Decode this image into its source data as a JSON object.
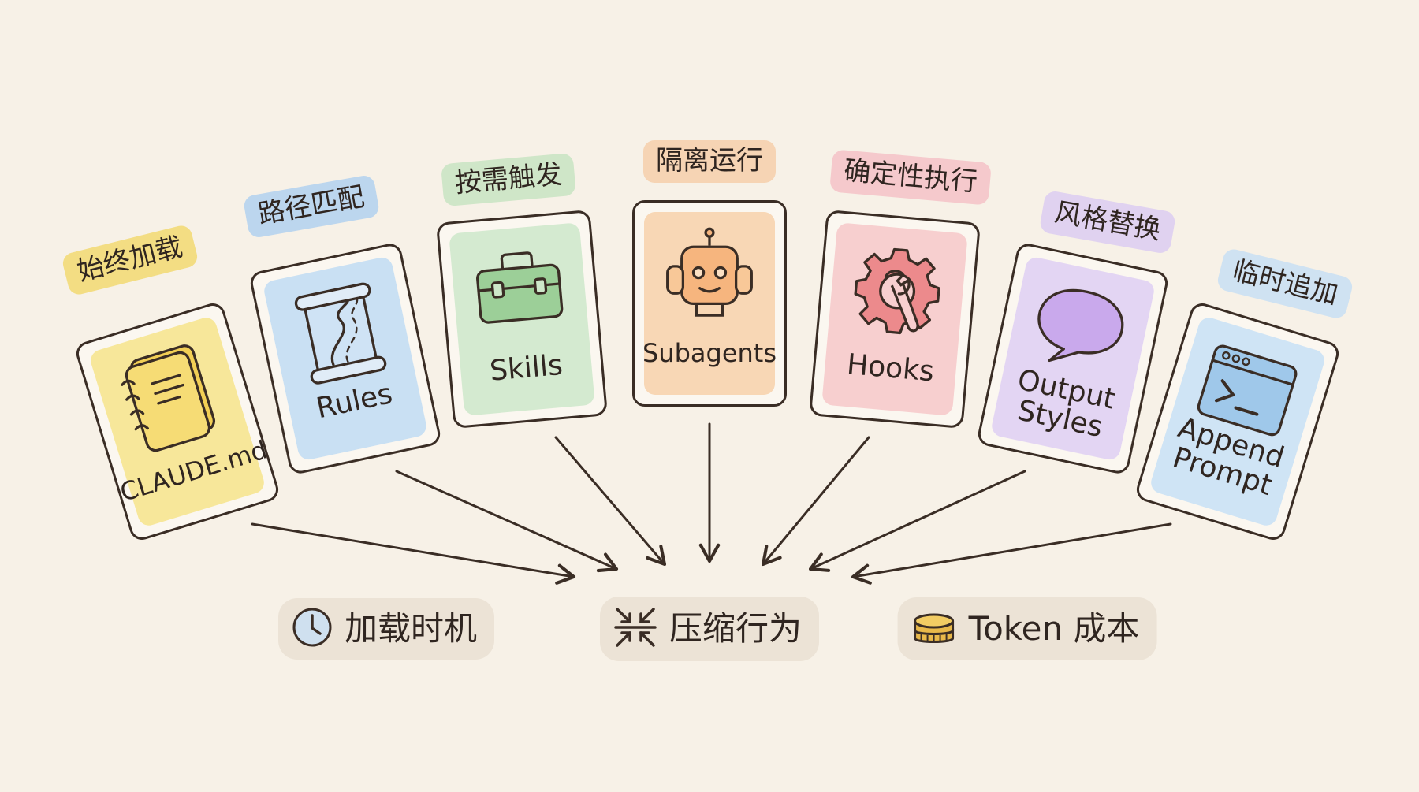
{
  "cards": [
    {
      "tag": "始终加载",
      "label": "CLAUDE.md",
      "icon": "notebook-icon",
      "tag_color": "#f3dd83",
      "wash": "#f7e79a"
    },
    {
      "tag": "路径匹配",
      "label": "Rules",
      "icon": "road-map-scroll-icon",
      "tag_color": "#bcd6ee",
      "wash": "#c9e0f3"
    },
    {
      "tag": "按需触发",
      "label": "Skills",
      "icon": "toolbox-icon",
      "tag_color": "#cfe6c8",
      "wash": "#d4ead0"
    },
    {
      "tag": "隔离运行",
      "label": "Subagents",
      "icon": "robot-headphones-icon",
      "tag_color": "#f6d4b4",
      "wash": "#f8d7b5"
    },
    {
      "tag": "确定性执行",
      "label": "Hooks",
      "icon": "gear-wrench-icon",
      "tag_color": "#f5c9cc",
      "wash": "#f7cfcf"
    },
    {
      "tag": "风格替换",
      "label": "Output Styles",
      "icon": "speech-bubble-icon",
      "tag_color": "#e0d2f0",
      "wash": "#e3d5f3"
    },
    {
      "tag": "临时追加",
      "label": "Append Prompt",
      "icon": "terminal-window-icon",
      "tag_color": "#cfe2f2",
      "wash": "#cfe4f5"
    }
  ],
  "dimensions": [
    {
      "label": "加载时机",
      "icon": "clock-icon"
    },
    {
      "label": "压缩行为",
      "icon": "compress-arrows-icon"
    },
    {
      "label": "Token 成本",
      "icon": "coin-stack-icon"
    }
  ],
  "colors": {
    "background": "#f7f1e7",
    "ink": "#3a2d25",
    "pill": "#ece3d6"
  }
}
